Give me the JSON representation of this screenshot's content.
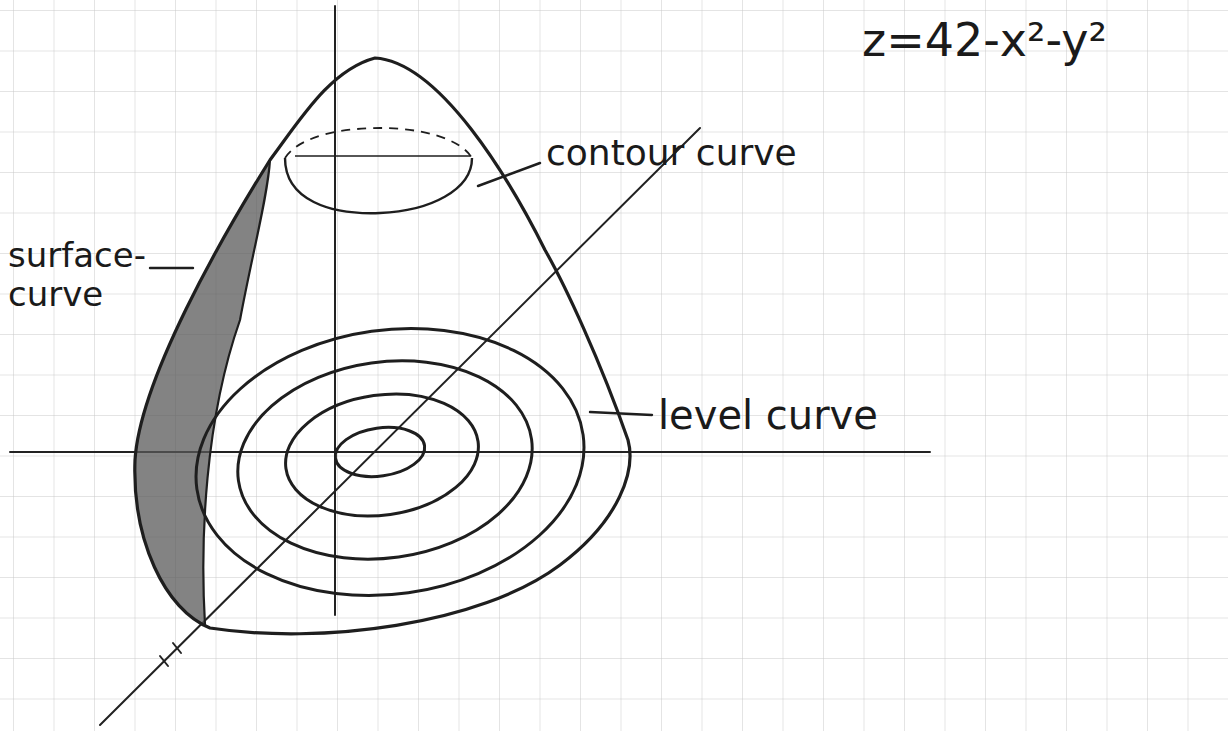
{
  "diagram": {
    "labels": [
      "z=42-x²-y²",
      "contour curve",
      "surface- curve",
      "level curve"
    ]
  }
}
